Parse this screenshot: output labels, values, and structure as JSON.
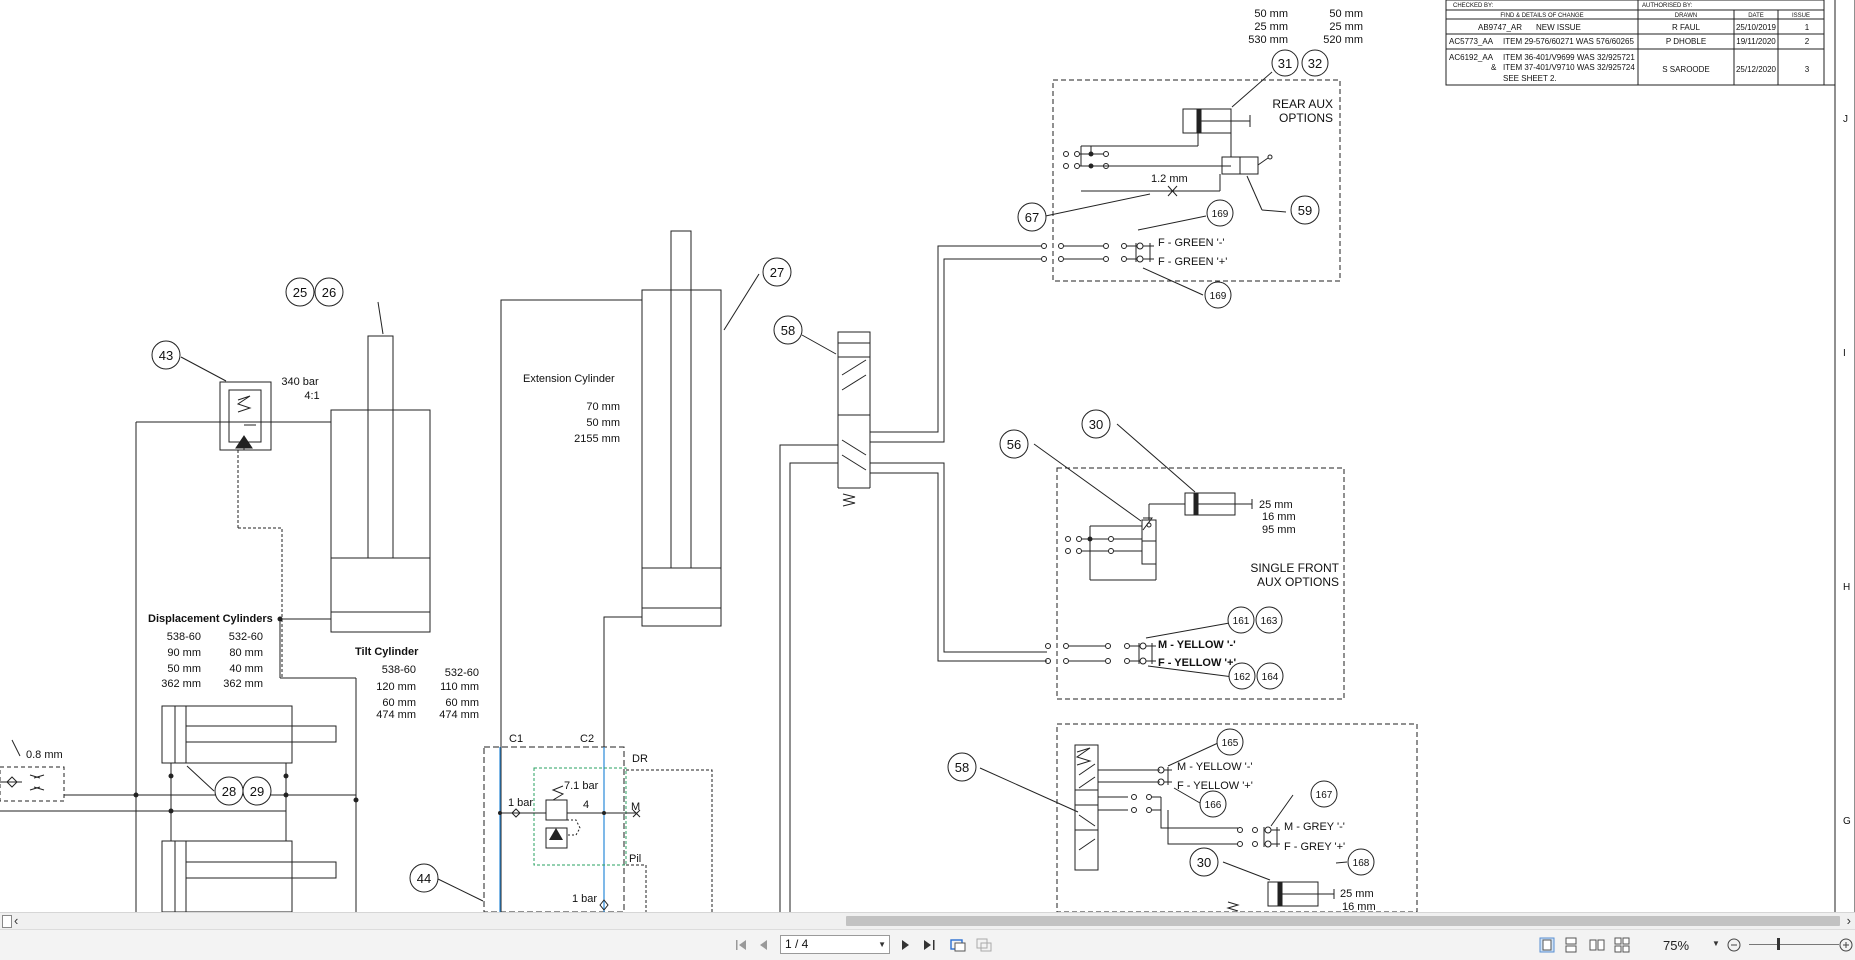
{
  "revision_table": {
    "checked_by": "CHECKED BY:",
    "authorised_by": "AUTHORISED BY:",
    "col_details": "FIND & DETAILS OF CHANGE",
    "col_drawn": "DRAWN",
    "col_date": "DATE",
    "col_issue": "ISSUE",
    "rows": [
      {
        "code": "AB9747_AR",
        "change": "NEW ISSUE",
        "extra": "",
        "extra2": "",
        "drawn": "R FAUL",
        "date": "25/10/2019",
        "issue": "1"
      },
      {
        "code": "AC5773_AA",
        "change": "ITEM 29-576/60271 WAS 576/60265",
        "extra": "",
        "extra2": "",
        "drawn": "P DHOBLE",
        "date": "19/11/2020",
        "issue": "2"
      },
      {
        "code": "AC6192_AA",
        "change": "ITEM 36-401/V9699 WAS 32/925721",
        "extra": "ITEM 37-401/V9710 WAS 32/925724",
        "extra2": "SEE SHEET 2.",
        "drawn": "S SAROODE",
        "date": "25/12/2020",
        "issue": "3"
      }
    ],
    "amp": "&"
  },
  "grid_letters": [
    "J",
    "I",
    "H",
    "G"
  ],
  "labels": {
    "top_dims_left": [
      "50 mm",
      "25 mm",
      "530 mm"
    ],
    "top_dims_right": [
      "50 mm",
      "25 mm",
      "520 mm"
    ],
    "rear_aux": [
      "REAR AUX",
      "OPTIONS"
    ],
    "rear_orifice": "1.2 mm",
    "f_green_minus": "F - GREEN '-'",
    "f_green_plus": "F - GREEN '+'",
    "extension_cylinder": "Extension Cylinder",
    "ext_dims": [
      "70 mm",
      "50 mm",
      "2155 mm"
    ],
    "relief": [
      "340 bar",
      "4:1"
    ],
    "displacement_cylinders": "Displacement Cylinders",
    "disp_col1": [
      "538-60",
      "90 mm",
      "50 mm",
      "362 mm"
    ],
    "disp_col2": [
      "532-60",
      "80 mm",
      "40 mm",
      "362 mm"
    ],
    "tilt_cylinder": "Tilt Cylinder",
    "tilt_col1": [
      "538-60",
      "120 mm",
      "60 mm",
      "474 mm"
    ],
    "tilt_col2": [
      "532-60",
      "110 mm",
      "60 mm",
      "474 mm"
    ],
    "front_dims": [
      "25 mm",
      "16 mm",
      "95 mm"
    ],
    "single_front": [
      "SINGLE FRONT",
      "AUX  OPTIONS"
    ],
    "m_yellow_minus": "M - YELLOW '-'",
    "f_yellow_plus": "F - YELLOW '+'",
    "m_yellow_minus_2": "M - YELLOW '-'",
    "f_yellow_plus_2": "F - YELLOW '+'",
    "m_grey_minus": "M - GREY '-'",
    "f_grey_plus": "F - GREY '+'",
    "bottom_dims": [
      "25 mm",
      "16 mm"
    ],
    "orifice_left": "0.8 mm",
    "c1": "C1",
    "c2": "C2",
    "dr": "DR",
    "m": "M",
    "pil": "Pil",
    "bar_71": "7.1 bar",
    "bar_1a": "1 bar",
    "bar_1b": "1 bar",
    "four": "4"
  },
  "callouts": {
    "c31": "31",
    "c32": "32",
    "c67": "67",
    "c59": "59",
    "c169a": "169",
    "c169b": "169",
    "c27": "27",
    "c25": "25",
    "c26": "26",
    "c43": "43",
    "c58a": "58",
    "c30a": "30",
    "c56": "56",
    "c161": "161",
    "c163": "163",
    "c162": "162",
    "c164": "164",
    "c28": "28",
    "c29": "29",
    "c165": "165",
    "c58b": "58",
    "c166": "166",
    "c167": "167",
    "c30b": "30",
    "c168": "168",
    "c44": "44"
  },
  "toolbar": {
    "page_value": "1 / 4",
    "zoom_value": "75%"
  },
  "icons": {
    "first": "first-page-icon",
    "prev": "prev-page-icon",
    "next": "next-page-icon",
    "last": "last-page-icon"
  }
}
